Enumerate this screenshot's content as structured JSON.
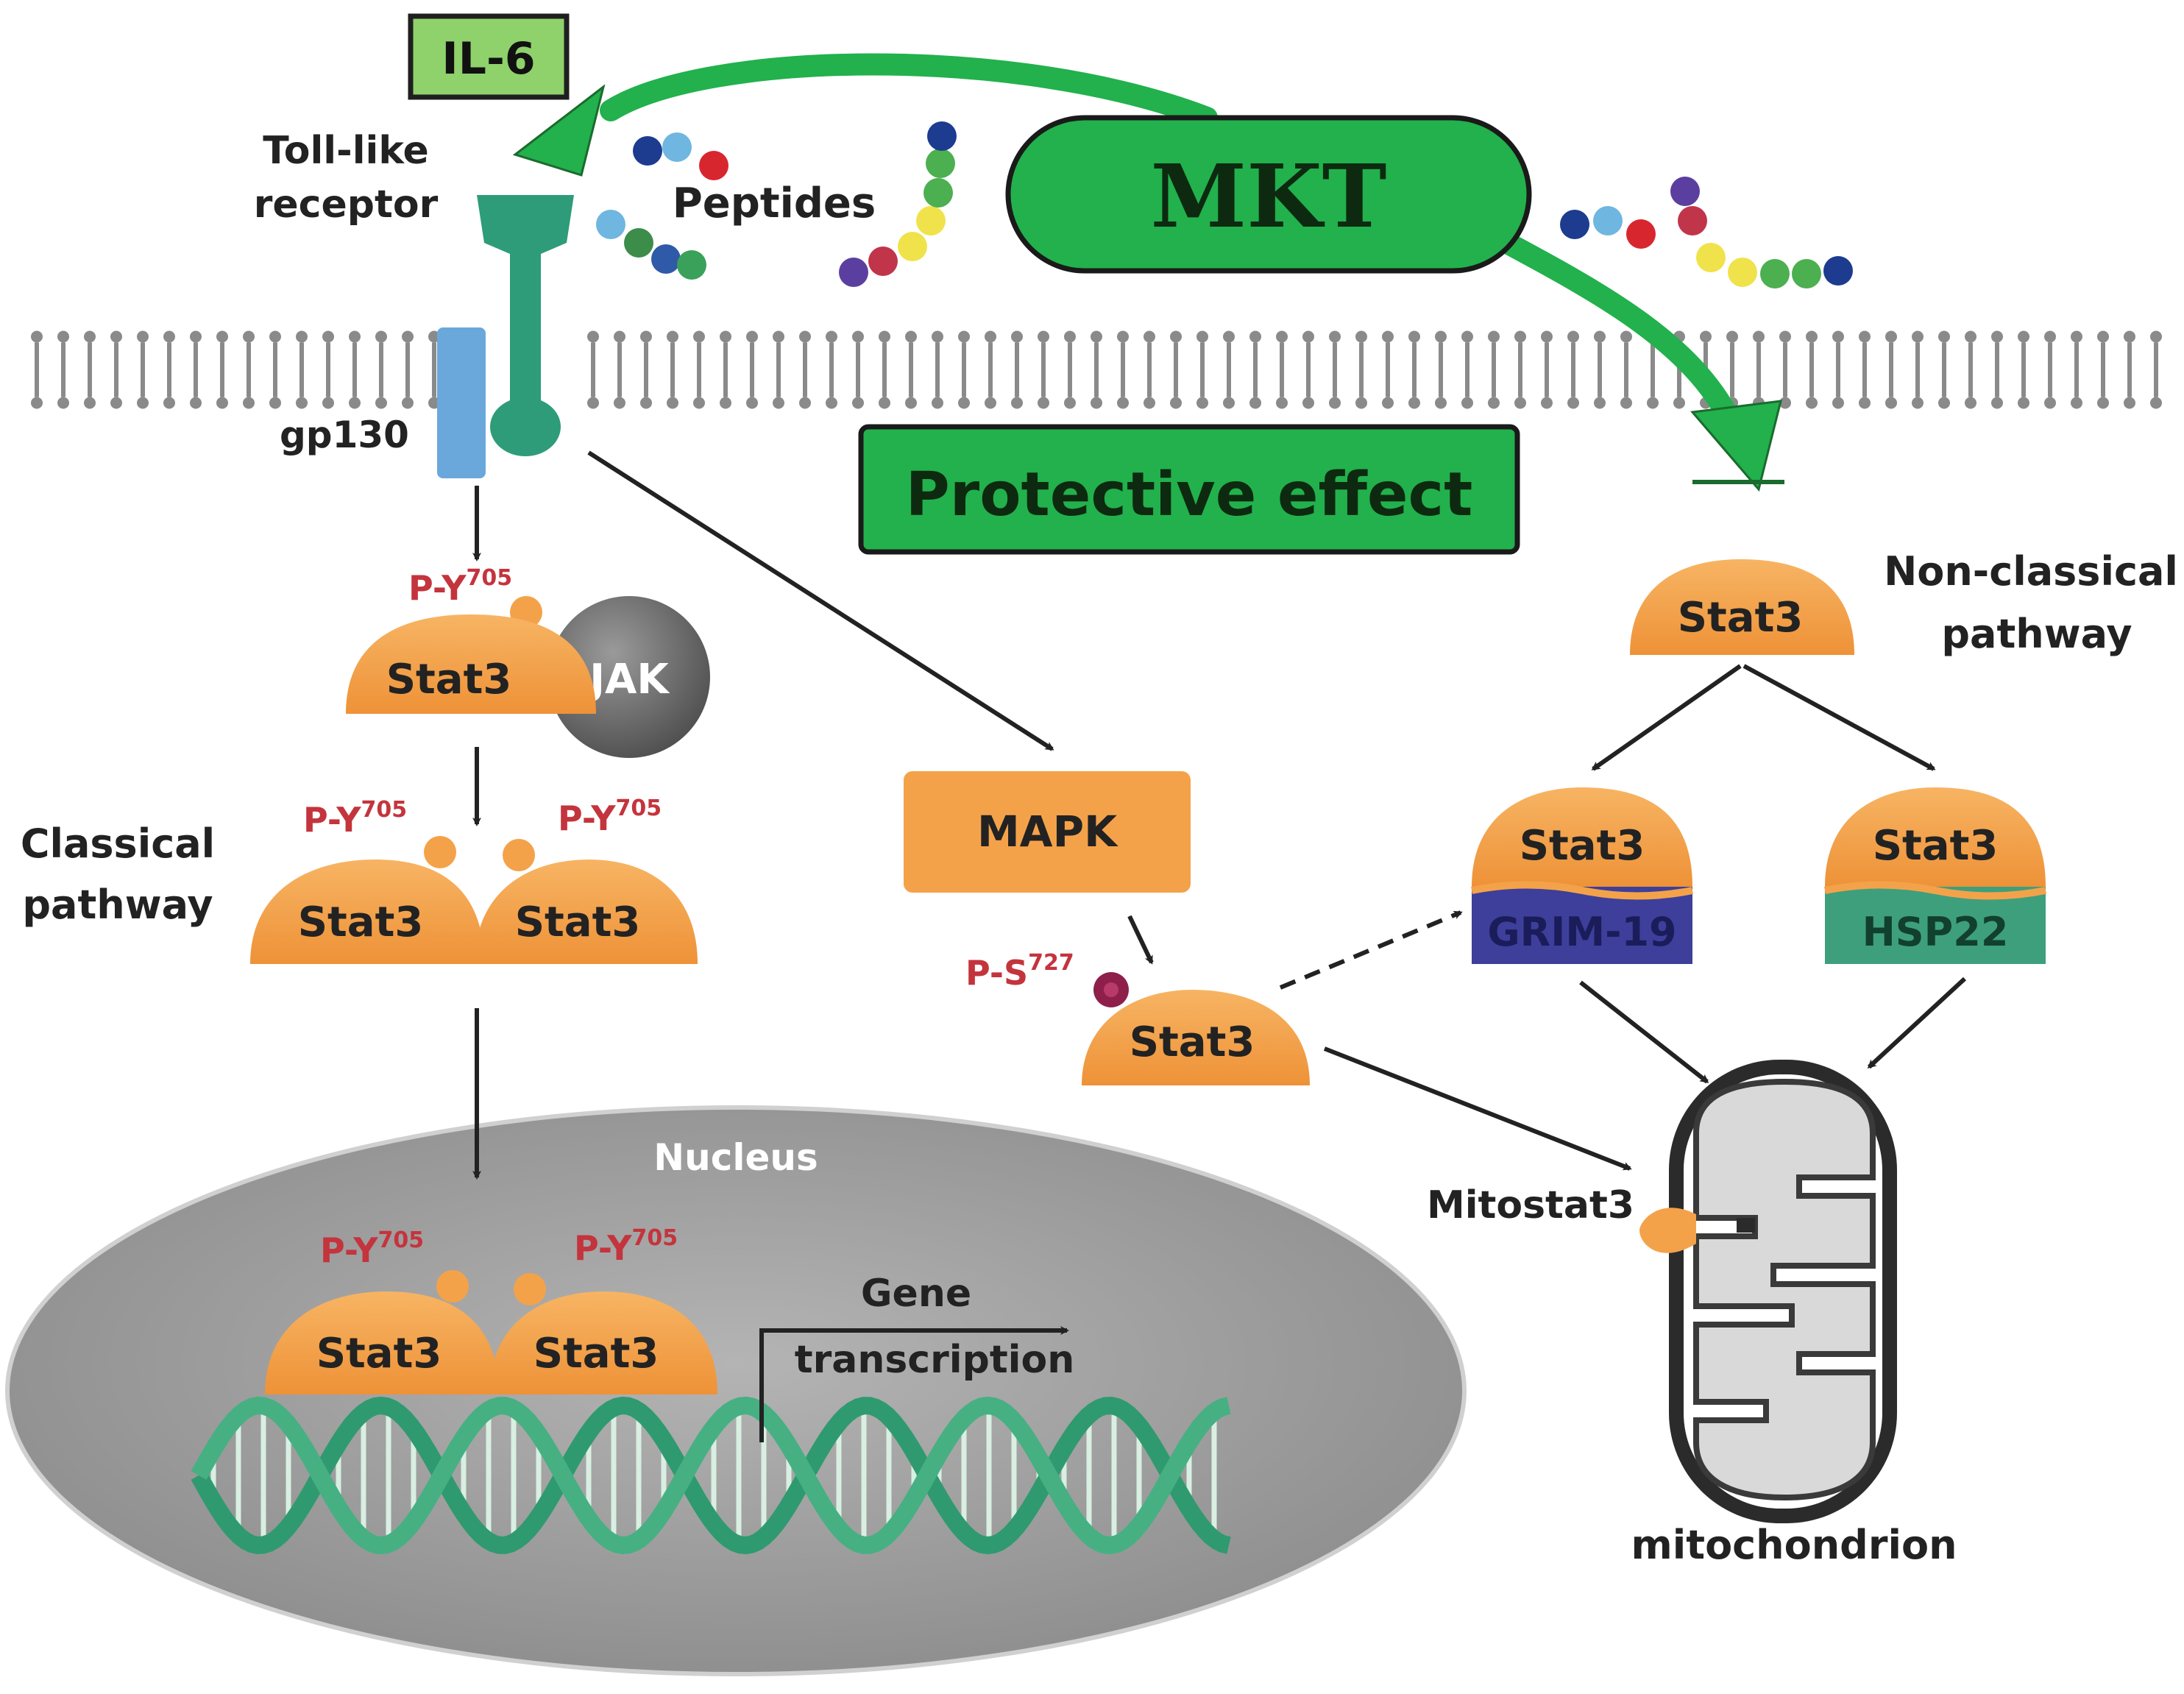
{
  "labels": {
    "il6": "IL-6",
    "tlr_line1": "Toll-like",
    "tlr_line2": "receptor",
    "peptides": "Peptides",
    "mkt": "MKT",
    "gp130": "gp130",
    "protective": "Protective effect",
    "py": "P-Y",
    "py_sup": "705",
    "ps": "P-S",
    "ps_sup": "727",
    "stat3": "Stat3",
    "jak": "JAK",
    "classical_line1": "Classical",
    "classical_line2": "pathway",
    "mapk": "MAPK",
    "nonclassical_line1": "Non-classical",
    "nonclassical_line2": "pathway",
    "grim19": "GRIM-19",
    "hsp22": "HSP22",
    "nucleus": "Nucleus",
    "gene_line1": "Gene",
    "gene_line2": "transcription",
    "mitostat3": "Mitostat3",
    "mitochondrion": "mitochondrion"
  },
  "colors": {
    "stat3": "#f4a24a",
    "mkt": "#22b14c",
    "il6_box": "#8fd16a",
    "receptor": "#2e9c78",
    "gp130": "#6aa8dc",
    "grim19": "#3d3f9a",
    "hsp22": "#3e9f7c",
    "phospho_label": "#c4343d",
    "membrane": "#8a8a8a",
    "nucleus": "#9c9c9c",
    "dna": "#3aa37a",
    "jak": "#6f6f6f"
  }
}
